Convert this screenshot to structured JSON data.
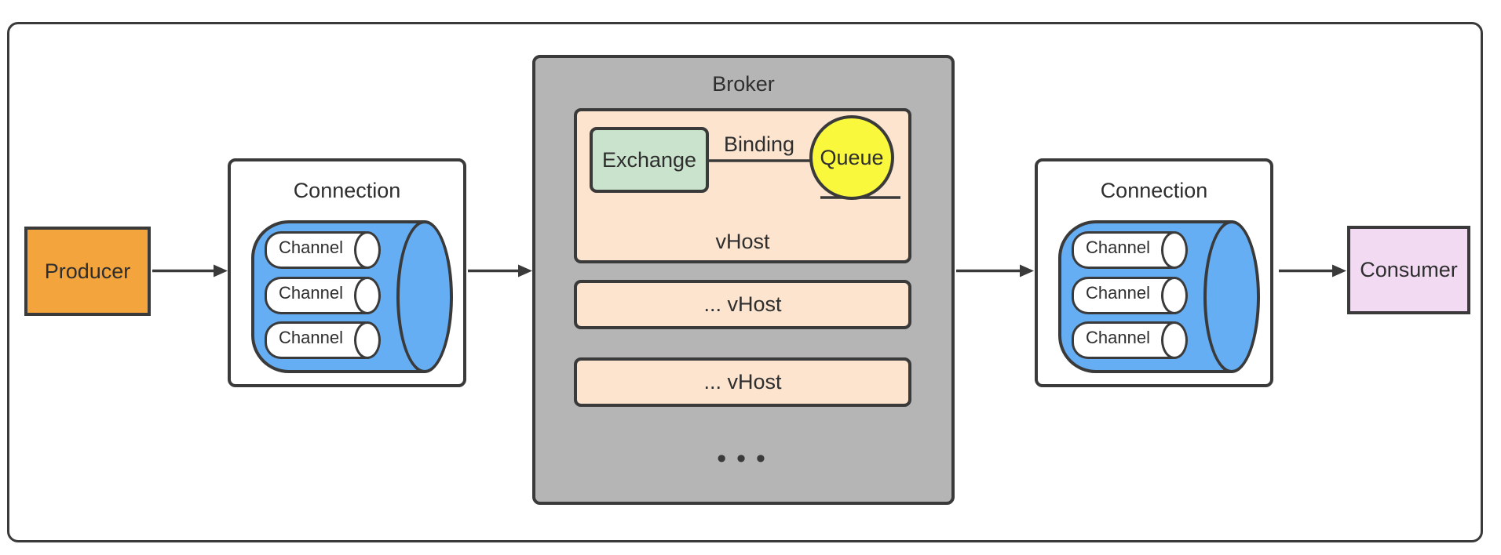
{
  "diagram": {
    "producer": {
      "label": "Producer"
    },
    "consumer": {
      "label": "Consumer"
    },
    "left_connection": {
      "title": "Connection",
      "channels": [
        "Channel",
        "Channel",
        "Channel"
      ]
    },
    "right_connection": {
      "title": "Connection",
      "channels": [
        "Channel",
        "Channel",
        "Channel"
      ]
    },
    "broker": {
      "title": "Broker",
      "main_vhost": {
        "label": "vHost",
        "exchange": "Exchange",
        "binding": "Binding",
        "queue": "Queue"
      },
      "more_vhosts": [
        "... vHost",
        "... vHost"
      ],
      "ellipsis": "•••"
    },
    "colors": {
      "producer_fill": "#f3a43c",
      "consumer_fill": "#f3daf3",
      "connection_fill": "#ffffff",
      "cylinder_fill": "#66aef4",
      "channel_fill": "#ffffff",
      "broker_fill": "#b5b5b5",
      "vhost_fill": "#fce4cf",
      "exchange_fill": "#cae3cc",
      "queue_fill": "#f9f83d",
      "stroke": "#3a3a3a",
      "text": "#2e2e2e"
    }
  }
}
